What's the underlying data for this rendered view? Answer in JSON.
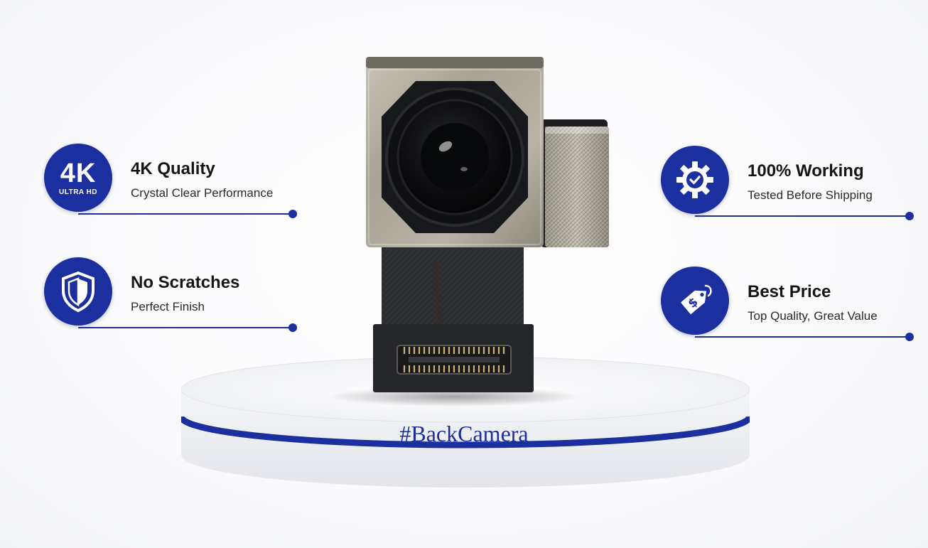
{
  "features": [
    {
      "id": "4k",
      "title": "4K Quality",
      "subtitle": "Crystal Clear Performance",
      "icon": "4k-ultra-hd-icon",
      "badge_big": "4K",
      "badge_small": "ULTRA HD"
    },
    {
      "id": "scratches",
      "title": "No Scratches",
      "subtitle": "Perfect Finish",
      "icon": "shield-icon"
    },
    {
      "id": "working",
      "title": "100% Working",
      "subtitle": "Tested Before Shipping",
      "icon": "gear-check-icon"
    },
    {
      "id": "price",
      "title": "Best Price",
      "subtitle": "Top Quality, Great Value",
      "icon": "price-tag-icon"
    }
  ],
  "podium": {
    "hashtag": "#BackCamera"
  },
  "colors": {
    "accent": "#1c2f9e",
    "text": "#151515"
  }
}
